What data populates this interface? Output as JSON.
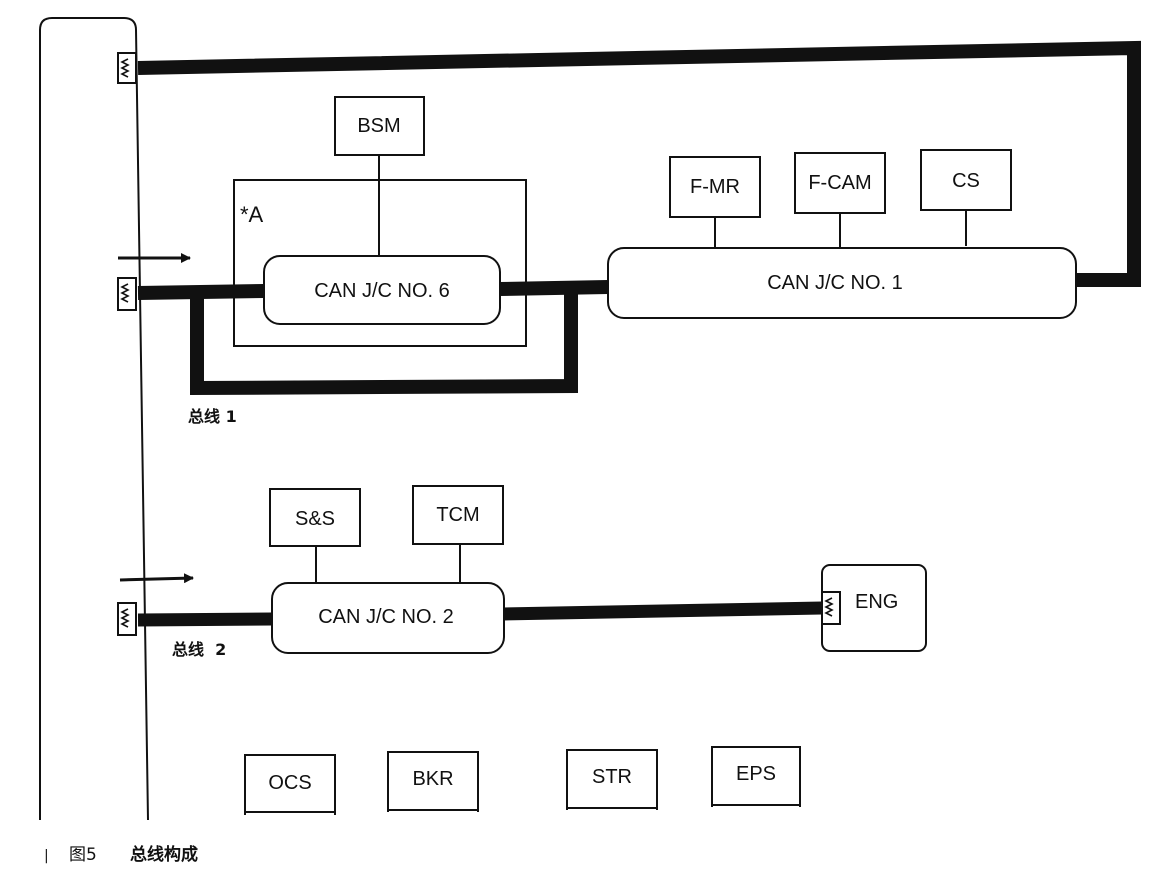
{
  "diagram": {
    "modules": {
      "bsm": "BSM",
      "fmr": "F-MR",
      "fcam": "F-CAM",
      "cs": "CS",
      "ss": "S&S",
      "tcm": "TCM",
      "eng": "ENG",
      "ocs": "OCS",
      "bkr": "BKR",
      "str": "STR",
      "eps": "EPS"
    },
    "junctions": {
      "jc6": "CAN J/C NO. 6",
      "jc1": "CAN J/C NO. 1",
      "jc2": "CAN J/C NO. 2"
    },
    "group_label": "*A",
    "bus1_label": "总线 1",
    "bus2_label": "总线  2"
  },
  "caption": {
    "marker": "|",
    "figure": "图5",
    "title": "总线构成"
  }
}
